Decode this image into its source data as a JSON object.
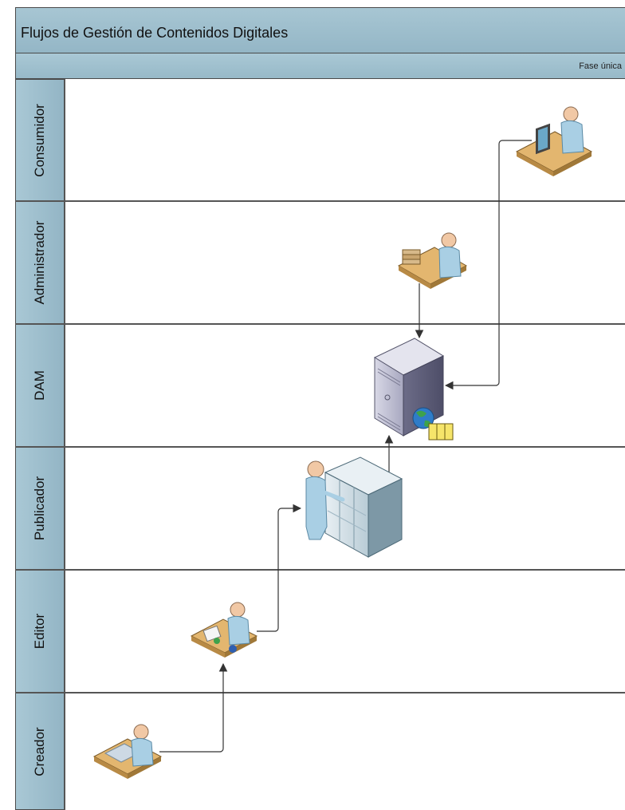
{
  "diagram": {
    "title": "Flujos de Gestión de Contenidos Digitales",
    "phase": "Fase única",
    "lanes": [
      {
        "label": "Consumidor"
      },
      {
        "label": "Administrador"
      },
      {
        "label": "DAM"
      },
      {
        "label": "Publicador"
      },
      {
        "label": "Editor"
      },
      {
        "label": "Creador"
      }
    ],
    "colors": {
      "header": "#a0c0cf",
      "border": "#4a4a4a",
      "connector": "#333333"
    },
    "icons": [
      "consumer-workstation-icon",
      "admin-desk-icon",
      "dam-server-icon",
      "publisher-rack-icon",
      "editor-desk-icon",
      "creator-desk-icon"
    ]
  }
}
